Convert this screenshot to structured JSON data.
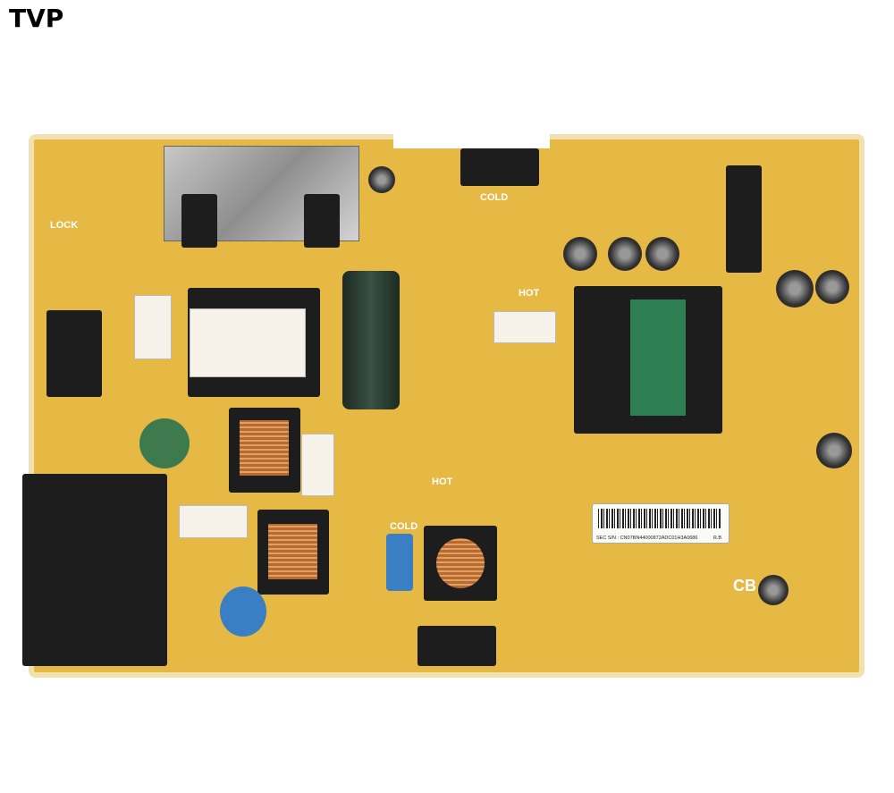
{
  "watermark": "TVP",
  "silkscreen": {
    "lock": "LOCK",
    "hot_1": "HOT",
    "hot_2": "HOT",
    "cold_1": "COLD",
    "cold_2": "COLD",
    "cb": "CB",
    "sticker_sn": "SEC S/N : CN07BN44000872ADC01H3A0686",
    "sticker_rev": "R.B"
  },
  "colors": {
    "board": "#e6b844",
    "board_edge": "#f1e1b0",
    "components": "#1d1d1d"
  }
}
